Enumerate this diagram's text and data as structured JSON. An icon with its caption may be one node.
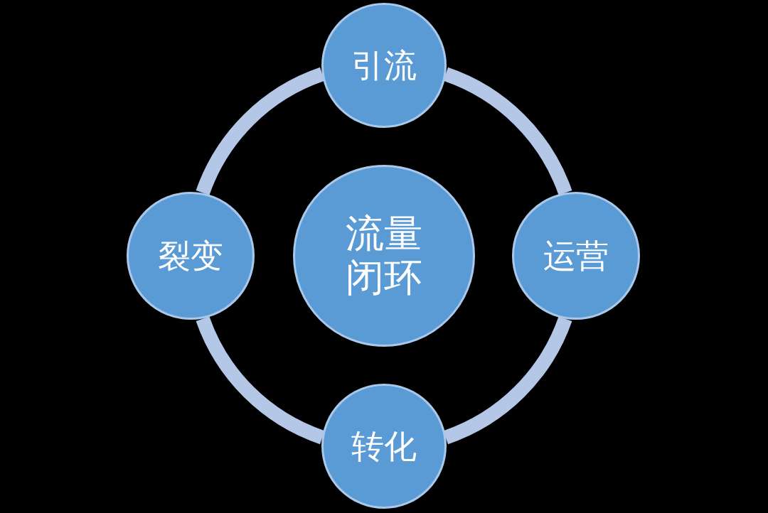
{
  "diagram": {
    "nodes": [
      {
        "text": [
          "引流"
        ]
      },
      {
        "text": [
          "裂变"
        ]
      },
      {
        "text": [
          "流量闭环"
        ]
      },
      {
        "text": [
          "运营"
        ]
      },
      {
        "text": [
          "转化"
        ]
      }
    ],
    "edges": [
      {
        "from": 0,
        "to": 3,
        "arrow": "none"
      },
      {
        "from": 3,
        "to": 4,
        "arrow": "none"
      },
      {
        "from": 4,
        "to": 1,
        "arrow": "none"
      },
      {
        "from": 1,
        "to": 0,
        "arrow": "none"
      }
    ]
  }
}
